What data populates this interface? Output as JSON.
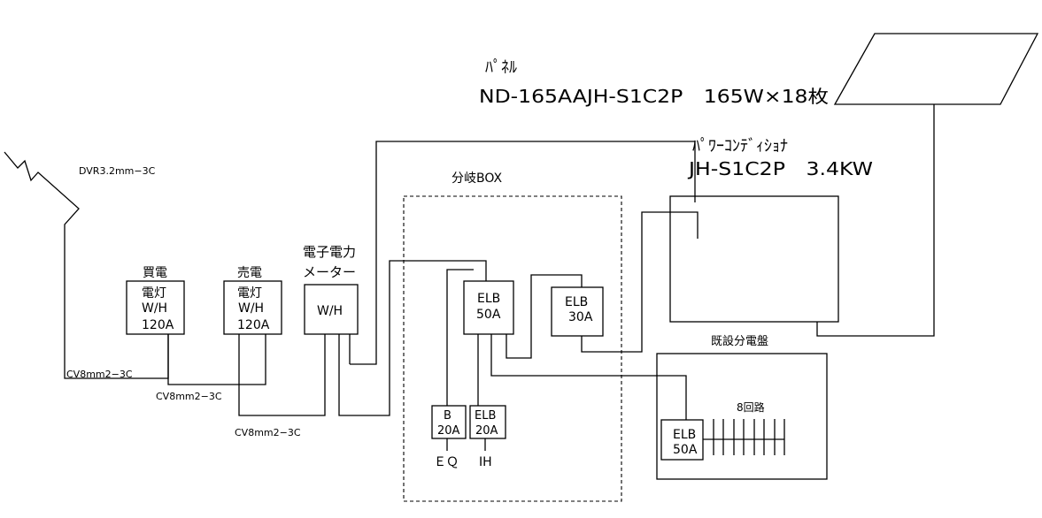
{
  "panel": {
    "title": "ﾊﾟﾈﾙ",
    "spec": "ND-165AAJH-S1C2P　165W×18枚"
  },
  "pcs": {
    "title": "ﾊﾟﾜｰｺﾝﾃﾞｨｼｮﾅ",
    "spec": "JH-S1C2P　3.4KW"
  },
  "antenna_cable": "DVR3.2mm−3C",
  "meters": {
    "buy": {
      "label": "買電",
      "line1": "電灯",
      "line2": "W/H",
      "line3": "120A"
    },
    "sell": {
      "label": "売電",
      "line1": "電灯",
      "line2": "W/H",
      "line3": "120A"
    },
    "electronic": {
      "label1": "電子電力",
      "label2": "メーター",
      "line1": "W/H"
    }
  },
  "cables": {
    "cv_left": "CV8mm2−3C",
    "cv_mid": "CV8mm2−3C",
    "cv_bottom": "CV8mm2−3C"
  },
  "branch_box": {
    "title": "分岐BOX",
    "elb_main": {
      "line1": "ELB",
      "line2": "50A"
    },
    "elb_pcs": {
      "line1": "ELB",
      "line2": "30A"
    },
    "breaker_b": {
      "line1": "B",
      "line2": "20A",
      "load": "ＥＱ"
    },
    "breaker_elb": {
      "line1": "ELB",
      "line2": "20A",
      "load": "IH"
    }
  },
  "existing_panel": {
    "title": "既設分電盤",
    "circuits": "8回路",
    "elb": {
      "line1": "ELB",
      "line2": "50A"
    }
  }
}
